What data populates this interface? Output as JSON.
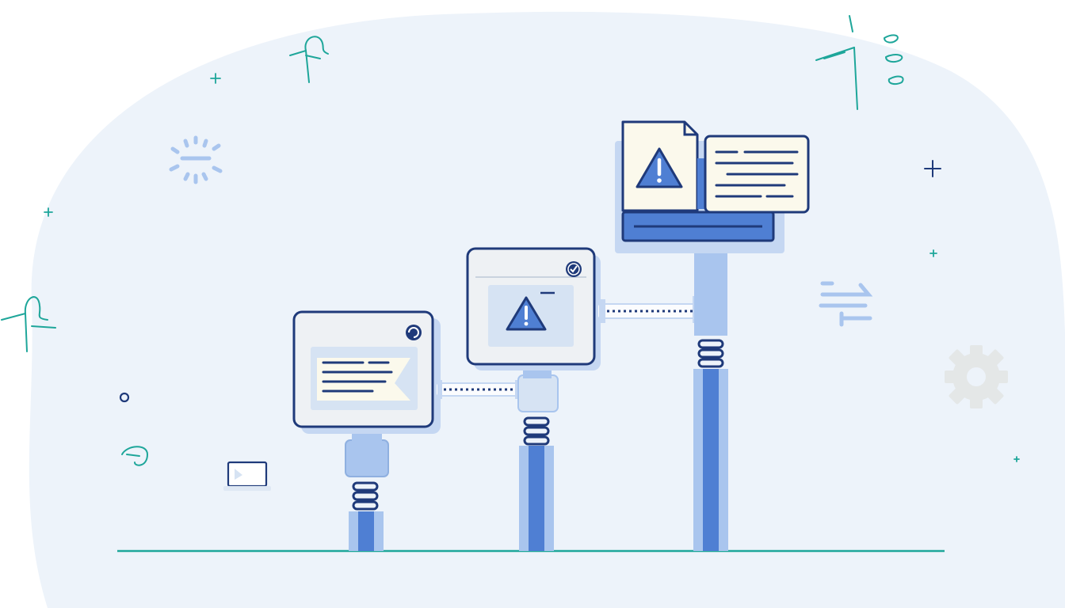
{
  "illustration": {
    "colors": {
      "blob": "#edf3fa",
      "navy": "#1f3a7a",
      "blue": "#4f7fd3",
      "pale_blue": "#a9c5ee",
      "panel_fill": "#eef1f4",
      "panel_inner": "#d6e3f3",
      "doc_fill": "#fbf9ec",
      "teal": "#1ea69a",
      "gray_gear": "#e4e7e7"
    },
    "steps": [
      {
        "name": "step-1",
        "icon": "text-lines-icon",
        "corner_icon": "refresh-badge-icon"
      },
      {
        "name": "step-2",
        "icon": "warning-icon",
        "corner_icon": "check-badge-icon"
      },
      {
        "name": "step-3",
        "icon": "warning-icon",
        "corner_icon": "document-icon"
      }
    ],
    "decorations": [
      "sparkle-icon",
      "gear-icon",
      "plus-icon",
      "laptop-icon",
      "plant-icon"
    ]
  }
}
